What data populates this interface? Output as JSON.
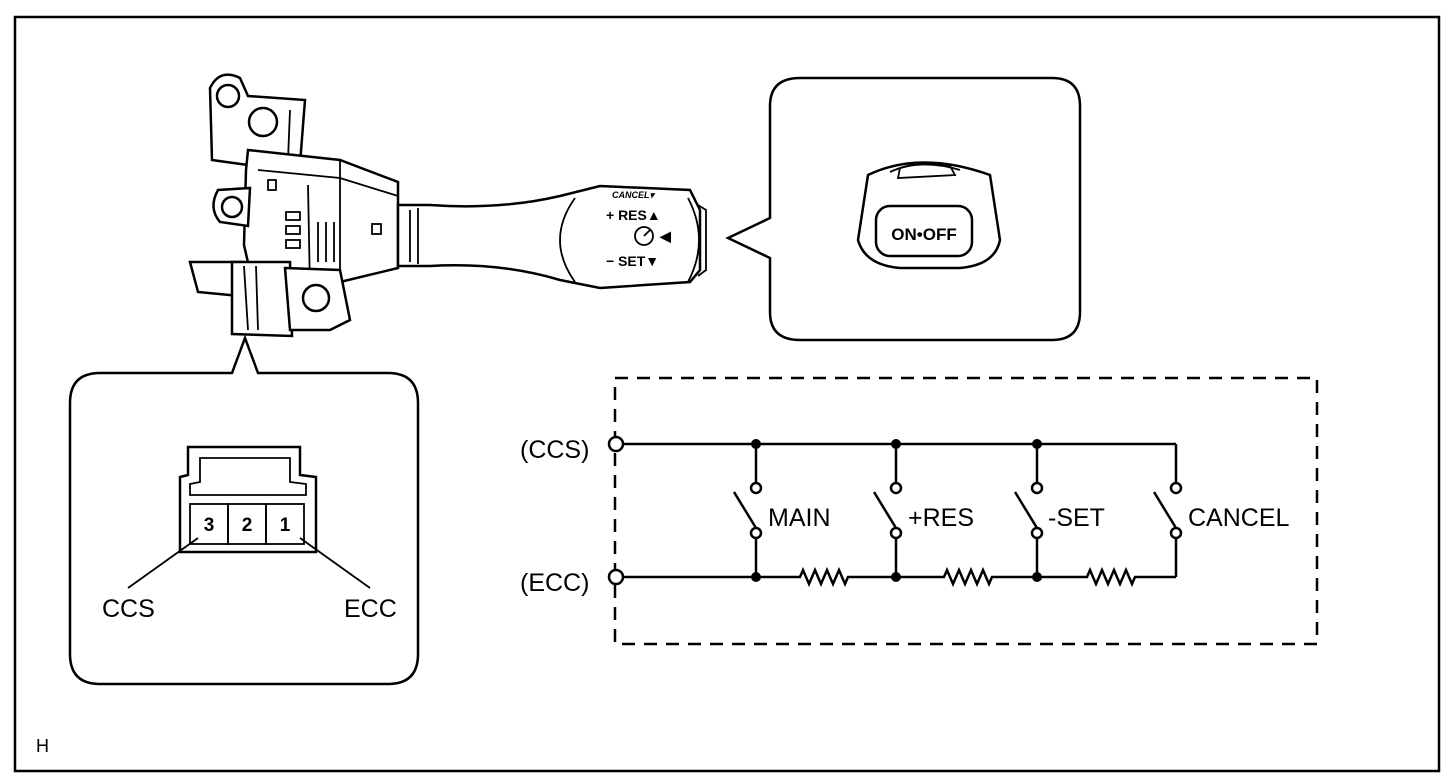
{
  "figure": {
    "corner_label": "H"
  },
  "switch_lever": {
    "cancel_label": "CANCEL▾",
    "res_label": "+ RES▲",
    "speed_icon_mark": "◀",
    "set_label": "− SET▼"
  },
  "onoff_callout": {
    "button_label": "ON•OFF"
  },
  "connector": {
    "pins": [
      "3",
      "2",
      "1"
    ],
    "left_label": "CCS",
    "right_label": "ECC"
  },
  "circuit": {
    "ccs_terminal": "(CCS)",
    "ecc_terminal": "(ECC)",
    "switches": [
      "MAIN",
      "+RES",
      "-SET",
      "CANCEL"
    ]
  }
}
